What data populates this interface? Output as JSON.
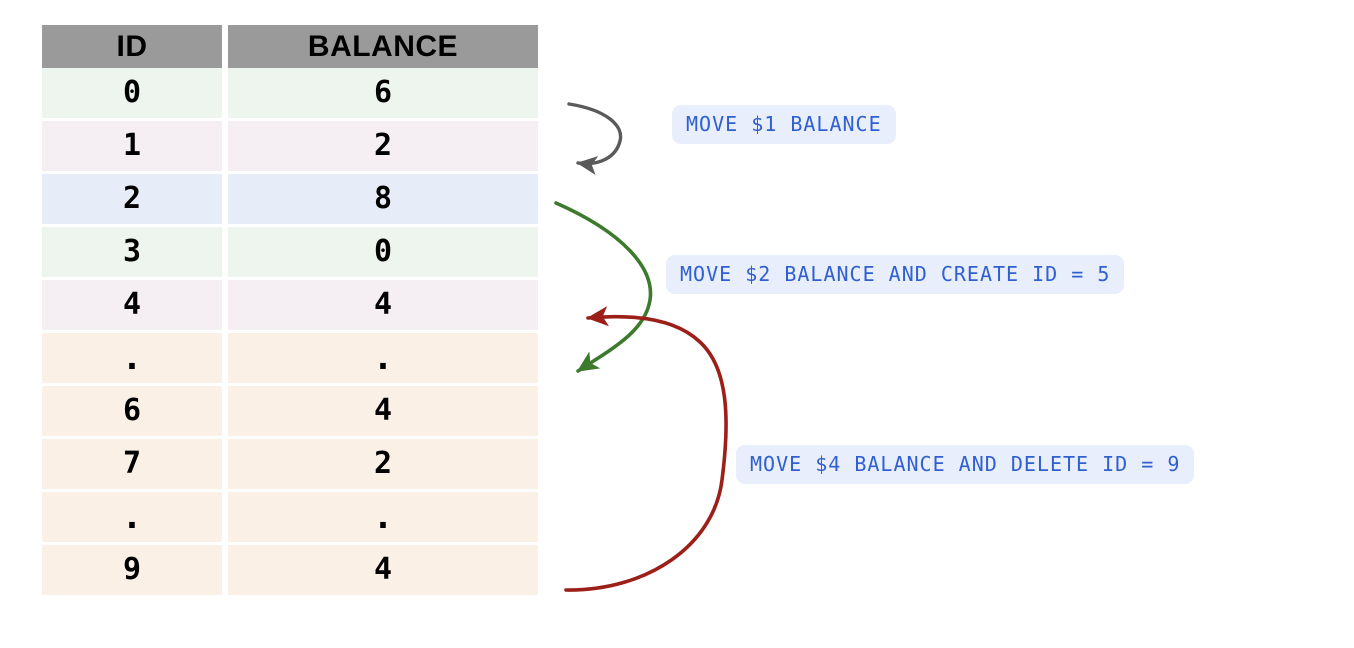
{
  "diagram": {
    "title": "account-balance-move-diagram",
    "colors": {
      "header_bg": "#9a9a9a",
      "row_green": "#eef5ee",
      "row_pink": "#f5eff4",
      "row_blue": "#e6ecf8",
      "row_cream": "#faf0e6",
      "arrow_gray": "#5a5a5a",
      "arrow_green": "#3d7a2e",
      "arrow_red": "#9c2019",
      "pill_bg": "#e8eefb",
      "pill_text": "#2f5fd0"
    }
  },
  "table": {
    "columns": [
      "ID",
      "BALANCE"
    ],
    "rows": [
      {
        "id": "0",
        "balance": "6",
        "tint": "r-green"
      },
      {
        "id": "1",
        "balance": "2",
        "tint": "r-pink"
      },
      {
        "id": "2",
        "balance": "8",
        "tint": "r-blue"
      },
      {
        "id": "3",
        "balance": "0",
        "tint": "r-green"
      },
      {
        "id": "4",
        "balance": "4",
        "tint": "r-pink"
      },
      {
        "id": ".",
        "balance": ".",
        "tint": "r-cream"
      },
      {
        "id": "6",
        "balance": "4",
        "tint": "r-cream"
      },
      {
        "id": "7",
        "balance": "2",
        "tint": "r-cream"
      },
      {
        "id": ".",
        "balance": ".",
        "tint": "r-cream"
      },
      {
        "id": "9",
        "balance": "4",
        "tint": "r-cream"
      }
    ]
  },
  "annotations": {
    "move_1": "MOVE $1 BALANCE",
    "move_2": "MOVE $2 BALANCE AND CREATE ID = 5",
    "move_4": "MOVE $4 BALANCE AND DELETE ID = 9"
  },
  "arrows": [
    {
      "name": "gray-arrow-row0-to-row1",
      "color": "#5a5a5a"
    },
    {
      "name": "green-arrow-row2-to-row5",
      "color": "#3d7a2e"
    },
    {
      "name": "red-arrow-row9-to-row4",
      "color": "#9c2019"
    }
  ]
}
